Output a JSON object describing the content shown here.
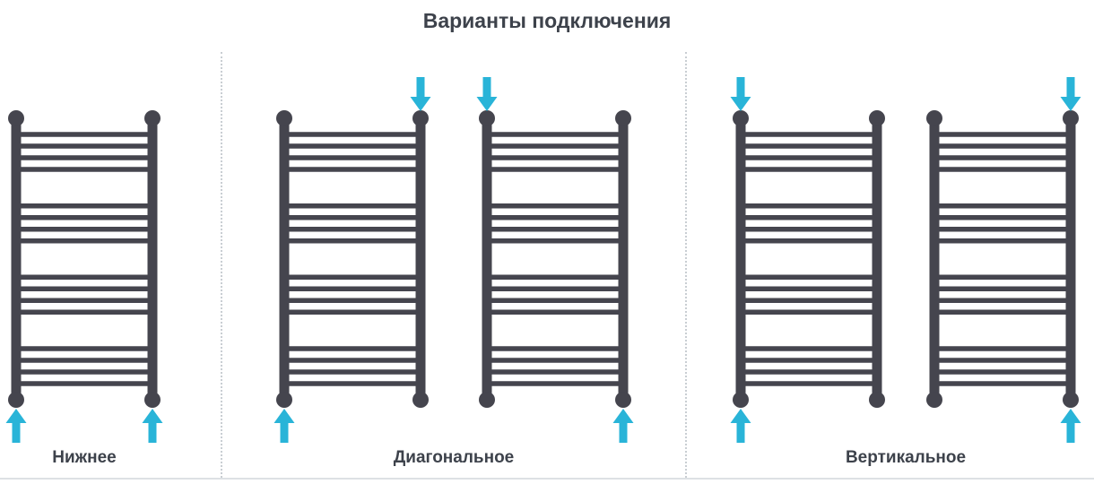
{
  "title": "Варианты подключения",
  "colors": {
    "frame": "#45454e",
    "arrow": "#29b4d8",
    "text": "#3d424b",
    "divider": "#c9ced3",
    "rule": "#dde1e4"
  },
  "diagram": {
    "rung_groups": 4,
    "rungs_per_group": 4
  },
  "sections": [
    {
      "id": "bottom",
      "label": "Нижнее",
      "ladders": [
        {
          "arrows": {
            "top_left": false,
            "top_right": false,
            "bottom_left": true,
            "bottom_right": true
          }
        }
      ]
    },
    {
      "id": "diagonal",
      "label": "Диагональное",
      "ladders": [
        {
          "arrows": {
            "top_left": false,
            "top_right": true,
            "bottom_left": true,
            "bottom_right": false
          }
        },
        {
          "arrows": {
            "top_left": true,
            "top_right": false,
            "bottom_left": false,
            "bottom_right": true
          }
        }
      ]
    },
    {
      "id": "vertical",
      "label": "Вертикальное",
      "ladders": [
        {
          "arrows": {
            "top_left": true,
            "top_right": false,
            "bottom_left": true,
            "bottom_right": false
          }
        },
        {
          "arrows": {
            "top_left": false,
            "top_right": true,
            "bottom_left": false,
            "bottom_right": true
          }
        }
      ]
    }
  ]
}
